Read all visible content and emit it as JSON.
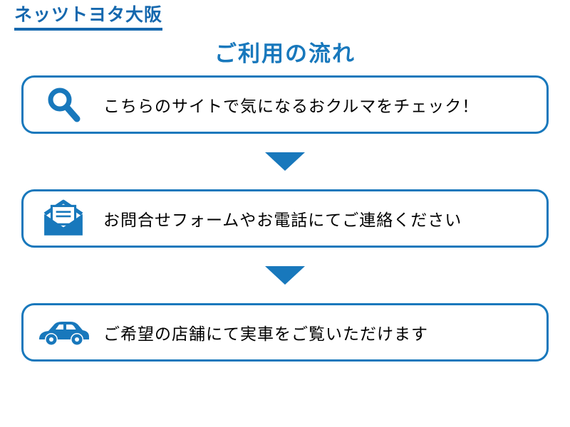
{
  "brand": {
    "logo": "ネッツトヨタ大阪"
  },
  "heading": {
    "title": "ご利用の流れ"
  },
  "steps": [
    {
      "icon": "magnifier-icon",
      "text": "こちらのサイトで気になるおクルマをチェック！"
    },
    {
      "icon": "mail-icon",
      "text": "お問合せフォームやお電話にてご連絡ください"
    },
    {
      "icon": "car-icon",
      "text": "ご希望の店舗にて実車をご覧いただけます"
    }
  ],
  "colors": {
    "accent": "#1878bc",
    "logo_blue": "#1568ae",
    "text": "#000000",
    "background": "#ffffff"
  }
}
